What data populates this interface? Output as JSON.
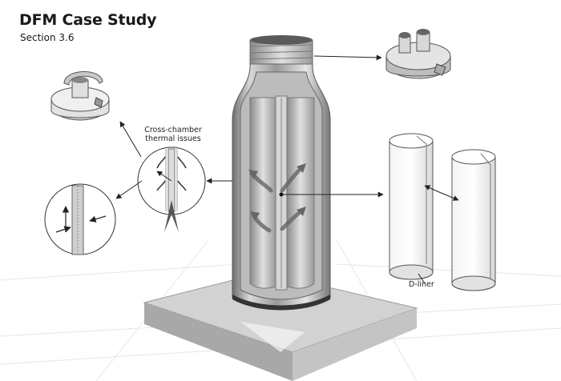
{
  "header": {
    "title": "DFM Case Study",
    "subtitle": "Section 3.6"
  },
  "callouts": {
    "thermal_line1": "Cross-chamber",
    "thermal_line2": "thermal issues",
    "liner": "D-liner"
  }
}
